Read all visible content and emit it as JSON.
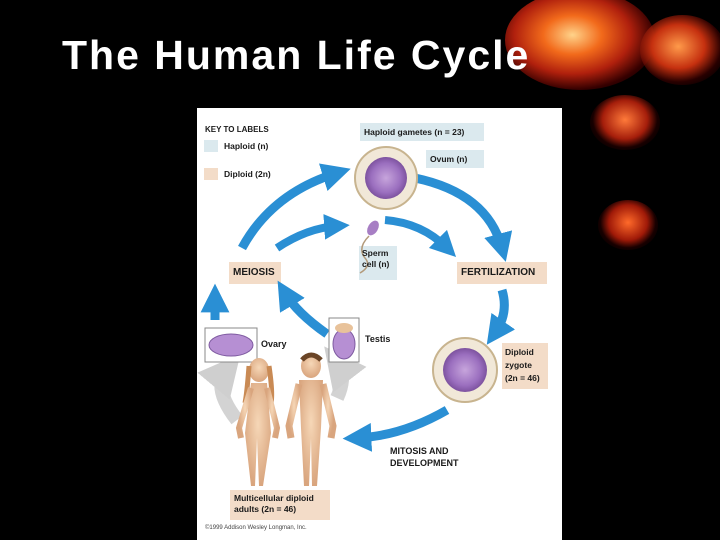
{
  "slide": {
    "title": "The Human Life Cycle"
  },
  "colors": {
    "background": "#000000",
    "haploid_fill": "#dbe9ee",
    "diploid_fill": "#f3dcc8",
    "arrow_blue": "#2a8fd4",
    "cell_purple": "#a77ec4"
  },
  "key": {
    "heading": "KEY TO LABELS",
    "haploid": "Haploid (n)",
    "diploid": "Diploid (2n)"
  },
  "labels": {
    "haploid_gametes": "Haploid gametes (n = 23)",
    "ovum": "Ovum (n)",
    "sperm": "Sperm\ncell (n)",
    "meiosis": "MEIOSIS",
    "fertilization": "FERTILIZATION",
    "ovary": "Ovary",
    "testis": "Testis",
    "zygote": "Diploid\nzygote\n(2n = 46)",
    "mitosis": "MITOSIS AND\nDEVELOPMENT",
    "adults": "Multicellular diploid\nadults (2n = 46)",
    "copyright": "©1999 Addison Wesley Longman, Inc."
  }
}
